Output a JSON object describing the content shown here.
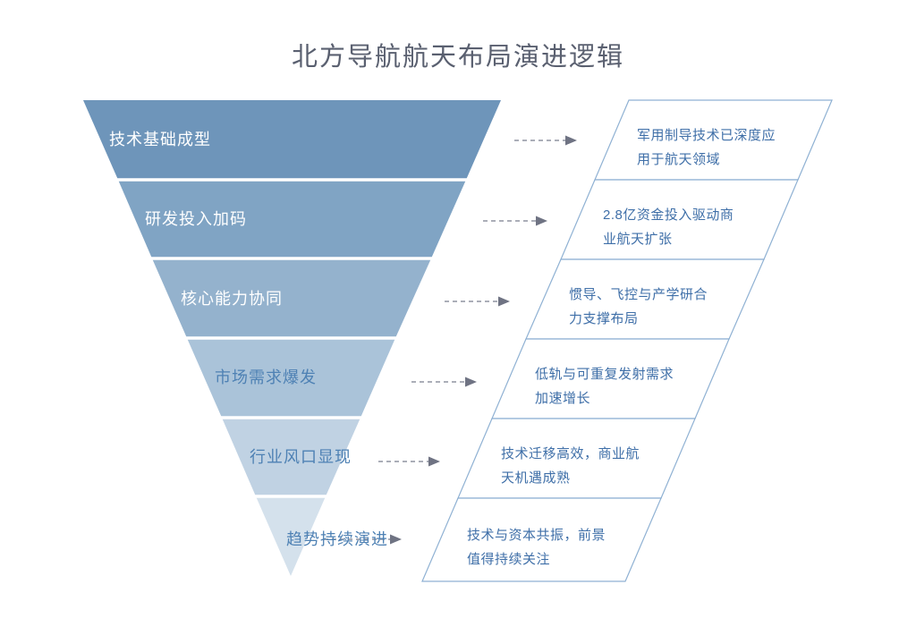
{
  "title": "北方导航航天布局演进逻辑",
  "theme": {
    "background": "#ffffff",
    "title_color": "#5a6070",
    "arrow_dash_color": "#8f93a0",
    "arrow_head_color": "#6f7383",
    "callout_border_color": "#8fb1d3",
    "callout_fill": "#ffffff",
    "callout_text_color": "#3f6fa8",
    "divider_color": "#ffffff"
  },
  "funnel": {
    "levels": [
      {
        "label": "技术基础成型",
        "fill": "#6e95ba",
        "label_color": "#ffffff"
      },
      {
        "label": "研发投入加码",
        "fill": "#80a4c4",
        "label_color": "#ffffff"
      },
      {
        "label": "核心能力协同",
        "fill": "#94b2cd",
        "label_color": "#ffffff"
      },
      {
        "label": "市场需求爆发",
        "fill": "#aac3d9",
        "label_color": "#4e81b4"
      },
      {
        "label": "行业风口显现",
        "fill": "#c0d2e3",
        "label_color": "#4e81b4"
      },
      {
        "label": "趋势持续演进",
        "fill": "#d4e1ec",
        "label_color": "#4e81b4"
      }
    ]
  },
  "callouts": [
    {
      "line1": "军用制导技术已深度应",
      "line2": "用于航天领域"
    },
    {
      "line1": "2.8亿资金投入驱动商",
      "line2": "业航天扩张"
    },
    {
      "line1": "惯导、飞控与产学研合",
      "line2": "力支撑布局"
    },
    {
      "line1": "低轨与可重复发射需求",
      "line2": "加速增长"
    },
    {
      "line1": "技术迁移高效，商业航",
      "line2": "天机遇成熟"
    },
    {
      "line1": "技术与资本共振，前景",
      "line2": "值得持续关注"
    }
  ]
}
